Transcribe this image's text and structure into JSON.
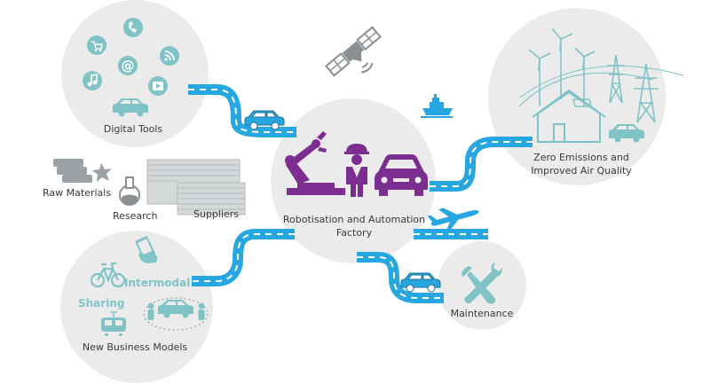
{
  "hub": {
    "label_line1": "Robotisation and Automation",
    "label_line2": "Factory"
  },
  "nodes": {
    "digital_tools": "Digital Tools",
    "zero_emissions_line1": "Zero Emissions and",
    "zero_emissions_line2": "Improved Air Quality",
    "raw_materials": "Raw Materials",
    "research": "Research",
    "suppliers": "Suppliers",
    "new_business_models": "New Business Models",
    "maintenance": "Maintenance"
  },
  "tags": {
    "intermodal": "Intermodal",
    "sharing": "Sharing"
  },
  "icons": {
    "digital": [
      "cart-icon",
      "phone-icon",
      "at-icon",
      "rss-icon",
      "music-icon",
      "play-icon",
      "car-icon"
    ],
    "hub": [
      "robot-arm-icon",
      "worker-icon",
      "car-front-icon"
    ],
    "transport": [
      "satellite-icon",
      "ship-icon",
      "airplane-icon"
    ],
    "energy": [
      "wind-turbine-icon",
      "pylon-icon",
      "house-solar-icon",
      "car-icon"
    ],
    "mobility": [
      "bicycle-icon",
      "phone-hand-icon",
      "car-icon",
      "tram-icon",
      "people-icon"
    ],
    "maintenance": [
      "tools-icon"
    ]
  },
  "colors": {
    "road": "#27a7e1",
    "hub_icon": "#7b2e8f",
    "circle_bg": "#ebebeb",
    "icon_teal": "#7fc3c6",
    "icon_gray": "#9aa0a3",
    "label": "#3a3a3a"
  }
}
